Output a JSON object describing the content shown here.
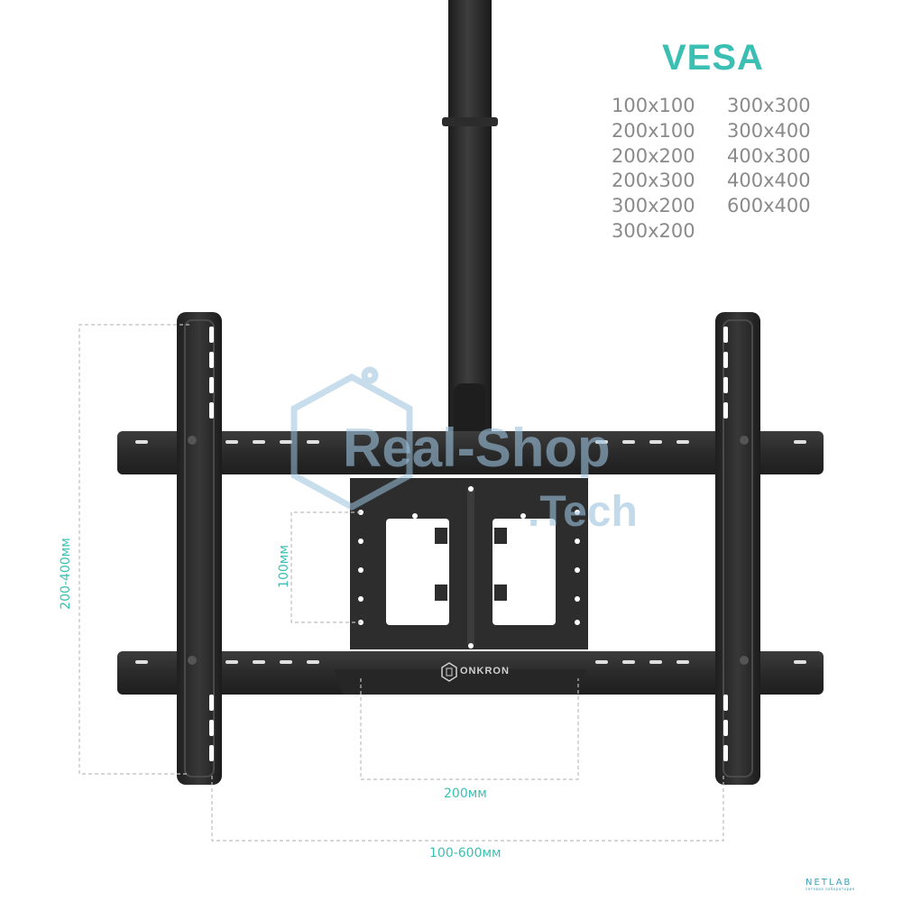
{
  "vesa": {
    "title": "VESA",
    "column1": [
      "100x100",
      "200x100",
      "200x200",
      "200x300",
      "300x200",
      "300x200"
    ],
    "column2": [
      "300x300",
      "300x400",
      "400x300",
      "400x400",
      "600x400"
    ]
  },
  "dimensions": {
    "height_range": "200-400мм",
    "inner_height": "100мм",
    "inner_width": "200мм",
    "width_range": "100-600мм"
  },
  "brand": {
    "logo_text": "ONKRON"
  },
  "watermark": {
    "line1": "Real-Shop",
    "line2": ".Tech"
  },
  "footer": {
    "logo": "NETLAB",
    "tagline": "сетевая лаборатория"
  },
  "colors": {
    "accent": "#3bbfb3",
    "text_gray": "#8a8a8a",
    "metal_dark": "#2b2b2b",
    "metal_mid": "#3a3a3a",
    "dashed_line": "#bdbdbd",
    "watermark": "#9cc2de",
    "footer": "#3aa0b8"
  }
}
